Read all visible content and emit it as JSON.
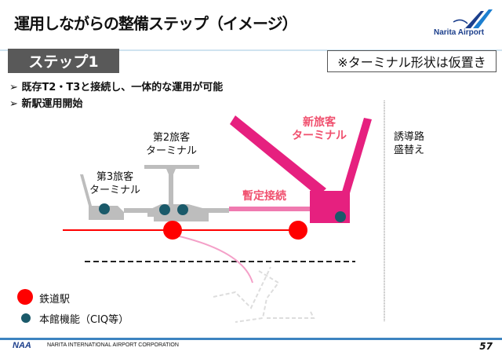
{
  "header": {
    "title": "運用しながらの整備ステップ（イメージ）",
    "logo_text": "Narita Airport"
  },
  "step_label": "ステップ1",
  "note": "※ターミナル形状は仮置き",
  "bullets": [
    "既存T2・T3と接続し、一体的な運用が可能",
    "新駅運用開始"
  ],
  "bullet_marker": "➢",
  "diagram": {
    "t2_label": [
      "第2旅客",
      "ターミナル"
    ],
    "t3_label": [
      "第3旅客",
      "ターミナル"
    ],
    "new_terminal_label": [
      "新旅客",
      "ターミナル"
    ],
    "temp_connection_label": "暫定接続",
    "taxiway_label": [
      "誘導路",
      "盛替え"
    ]
  },
  "legend": [
    {
      "label": "鉄道駅",
      "color": "#ff0000"
    },
    {
      "label": "本館機能（CIQ等）",
      "color": "#1a5a6a"
    }
  ],
  "footer": {
    "logo": "NAA",
    "corporation": "NARITA INTERNATIONAL AIRPORT CORPORATION",
    "page": "57"
  },
  "colors": {
    "accent": "#e6207f",
    "rail": "#ff0000",
    "connection": "#f07ab0",
    "existing": "#bdbdbd"
  }
}
